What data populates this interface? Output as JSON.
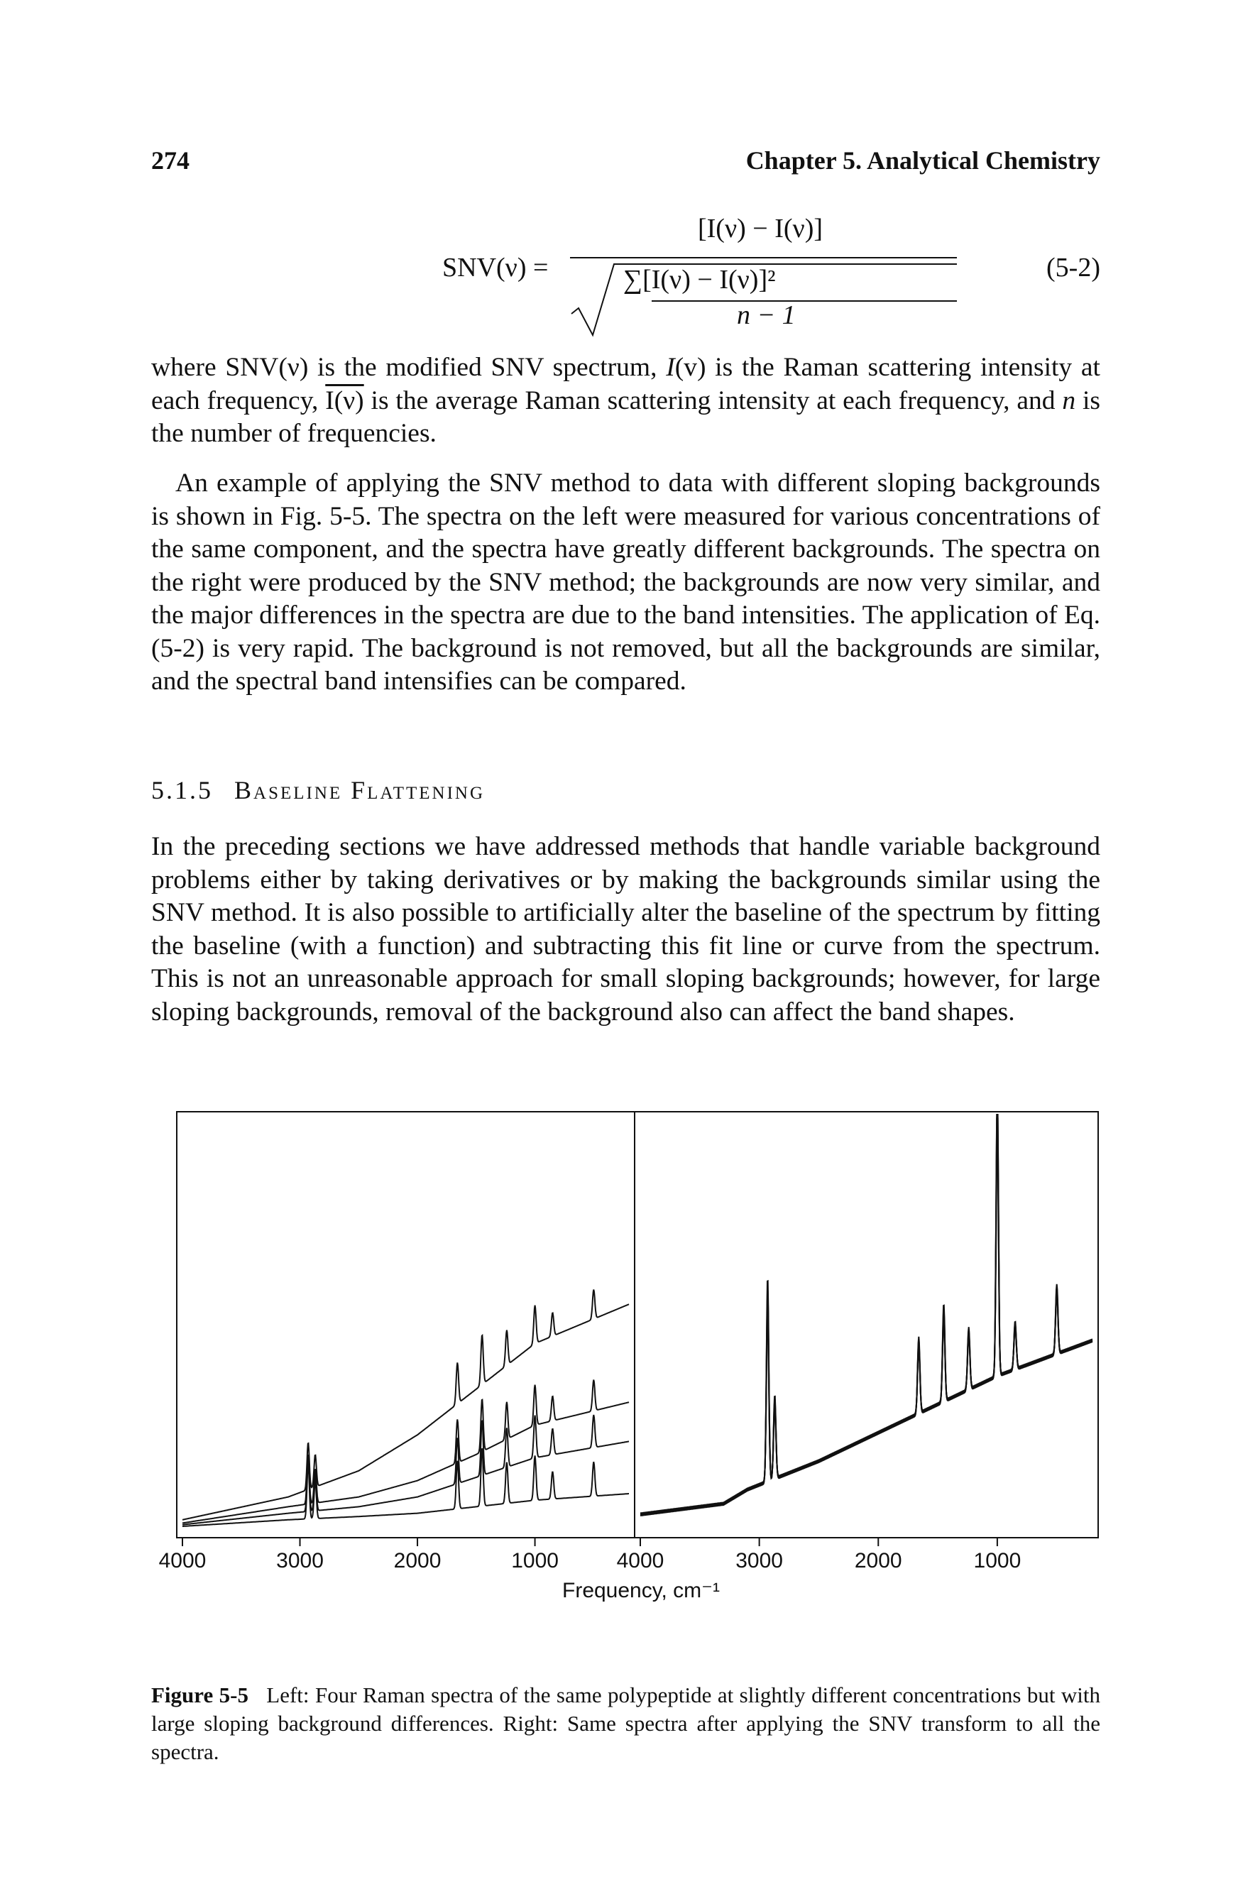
{
  "header": {
    "page_number": "274",
    "chapter": "Chapter 5. Analytical Chemistry"
  },
  "equation": {
    "lhs": "SNV(ν) =",
    "numerator": "[I(ν) − I(ν)]",
    "denominator_top": "∑[I(ν) − I(ν)]²",
    "denominator_bottom": "n − 1",
    "number": "(5-2)"
  },
  "paragraphs": {
    "p1_a": "where SNV(ν) is the modified SNV spectrum, ",
    "p1_b": "I",
    "p1_c": "(v) is the Raman scattering intensity at each frequency, ",
    "p1_d": "I(ν)",
    "p1_e": " is the average Raman scattering intensity at each frequency, and ",
    "p1_f": "n",
    "p1_g": " is the number of frequencies.",
    "p2": "An example of applying the SNV method to data with different sloping backgrounds is shown in Fig. 5-5. The spectra on the left were measured for various concentrations of the same component, and the spectra have greatly different backgrounds. The spectra on the right were produced by the SNV method; the backgrounds are now very similar, and the major differences in the spectra are due to the band intensities. The application of Eq. (5-2) is very rapid. The background is not removed, but all the backgrounds are similar, and the spectral band intensifies can be compared.",
    "p3": "In the preceding sections we have addressed methods that handle variable background problems either by taking derivatives or by making the backgrounds similar using the SNV method. It is also possible to artificially alter the baseline of the spectrum by fitting the baseline (with a function) and subtracting this fit line or curve from the spectrum. This is not an unreasonable approach for small sloping backgrounds; however, for large sloping backgrounds, removal of the background also can affect the band shapes."
  },
  "section": {
    "number": "5.1.5",
    "title": "Baseline Flattening"
  },
  "figure": {
    "caption_label": "Figure 5-5",
    "caption_text": "Left: Four Raman spectra of the same polypeptide at slightly different concentrations but with large sloping background differences. Right: Same spectra after applying the SNV transform to all the spectra."
  },
  "chart_data": [
    {
      "type": "line",
      "panel": "left",
      "xlabel": "Frequency, cm⁻¹",
      "xlim": [
        4000,
        200
      ],
      "x_ticks": [
        4000,
        3000,
        2000,
        1000
      ],
      "grid": false,
      "series": [
        {
          "baseline": [
            [
              4000,
              2
            ],
            [
              3100,
              9
            ],
            [
              2500,
              17
            ],
            [
              2000,
              28
            ],
            [
              1500,
              42
            ],
            [
              1000,
              56
            ],
            [
              200,
              68
            ]
          ]
        },
        {
          "baseline": [
            [
              4000,
              1
            ],
            [
              3100,
              6
            ],
            [
              2500,
              9
            ],
            [
              2000,
              14
            ],
            [
              1500,
              22
            ],
            [
              1000,
              31
            ],
            [
              200,
              38
            ]
          ]
        },
        {
          "baseline": [
            [
              4000,
              0.5
            ],
            [
              3100,
              4
            ],
            [
              2500,
              6
            ],
            [
              2000,
              9
            ],
            [
              1500,
              15
            ],
            [
              1000,
              21
            ],
            [
              200,
              26
            ]
          ]
        },
        {
          "baseline": [
            [
              4000,
              0
            ],
            [
              3100,
              2
            ],
            [
              2500,
              3
            ],
            [
              2000,
              4
            ],
            [
              1500,
              6
            ],
            [
              1000,
              8
            ],
            [
              200,
              10
            ]
          ]
        }
      ],
      "peaks": [
        {
          "x": 2930,
          "height": 16
        },
        {
          "x": 2870,
          "height": 11
        },
        {
          "x": 1660,
          "height": 14
        },
        {
          "x": 1450,
          "height": 17
        },
        {
          "x": 1240,
          "height": 12
        },
        {
          "x": 1000,
          "height": 13
        },
        {
          "x": 850,
          "height": 8
        },
        {
          "x": 500,
          "height": 10
        }
      ]
    },
    {
      "type": "line",
      "panel": "right",
      "xlabel": "Frequency, cm⁻¹",
      "xlim": [
        4000,
        200
      ],
      "x_ticks": [
        4000,
        3000,
        2000,
        1000
      ],
      "grid": false,
      "baseline": [
        [
          4000,
          3
        ],
        [
          3300,
          6
        ],
        [
          3100,
          10
        ],
        [
          2500,
          18
        ],
        [
          2000,
          26
        ],
        [
          1500,
          34
        ],
        [
          1000,
          42
        ],
        [
          200,
          52
        ]
      ],
      "peaks": [
        {
          "x": 2930,
          "height": 58
        },
        {
          "x": 2870,
          "height": 24
        },
        {
          "x": 1660,
          "height": 22
        },
        {
          "x": 1450,
          "height": 28
        },
        {
          "x": 1240,
          "height": 18
        },
        {
          "x": 1000,
          "height": 84
        },
        {
          "x": 850,
          "height": 14
        },
        {
          "x": 500,
          "height": 20
        }
      ]
    }
  ]
}
